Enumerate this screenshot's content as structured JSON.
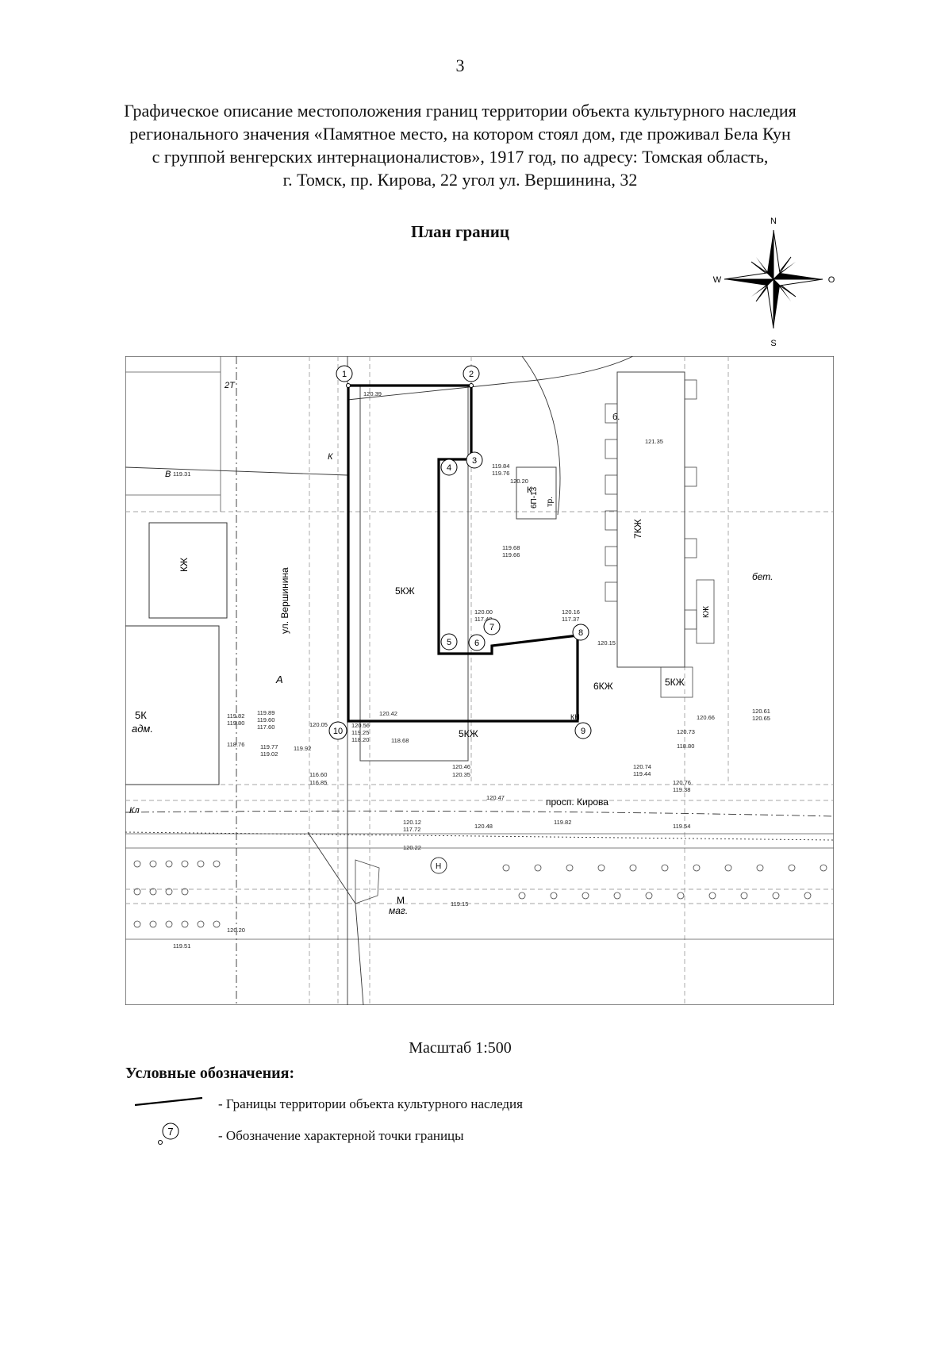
{
  "page_number": "3",
  "title_lines": [
    "Графическое описание местоположения границ территории объекта культурного наследия",
    "регионального значения «Памятное место, на котором стоял дом, где проживал Бела Кун",
    "с группой венгерских интернационалистов», 1917 год, по адресу: Томская область,",
    "г. Томск, пр. Кирова, 22 угол ул. Вершинина, 32"
  ],
  "plan_title": "План границ",
  "compass": {
    "n": "N",
    "s": "S",
    "w": "W",
    "o": "O"
  },
  "map": {
    "boundary_points": [
      "1",
      "2",
      "3",
      "4",
      "5",
      "6",
      "7",
      "8",
      "9",
      "10"
    ],
    "building_labels": {
      "main_upper": "5КЖ",
      "main_lower": "5КЖ",
      "right_building": "7КЖ",
      "right_small": "5КЖ",
      "right_small2": "6КЖ",
      "left_building": "КЖ",
      "left_adm_1": "5К",
      "left_adm_2": "адм.",
      "garage": "К",
      "garage_2": "6П-13",
      "garage_3": "тр.",
      "kiosk_1": "КЖ",
      "kiosk_2": "КН",
      "shop_1": "М",
      "shop_2": "маг.",
      "n_symbol": "Н",
      "bet": "бет."
    },
    "street_labels": {
      "vershinina": "ул. Вершинина",
      "kirova": "просп. Кирова"
    },
    "utility_labels": {
      "k": "К",
      "kl": "Кл",
      "v": "В",
      "t2": "2Т",
      "a": "А",
      "b": "б."
    },
    "elevations": [
      "120.39",
      "119.84",
      "119.76",
      "120.20",
      "119.68",
      "119.66",
      "120.00",
      "117.40",
      "120.16",
      "117.37",
      "120.15",
      "120.42",
      "120.56",
      "119.25",
      "118.20",
      "120.05",
      "116.60",
      "119.82",
      "119.80",
      "119.89",
      "119.60",
      "117.60",
      "120.12",
      "117.72",
      "120.47",
      "120.48",
      "119.82",
      "119.54",
      "120.74",
      "119.44",
      "120.76",
      "119.38",
      "120.73",
      "118.80",
      "120.66",
      "120.61",
      "120.65",
      "121.35",
      "119.31",
      "118.76",
      "119.77",
      "119.02",
      "119.92",
      "118.68",
      "120.35",
      "116.85",
      "120.46",
      "120.22",
      "119.15",
      "119.51",
      "120.20"
    ]
  },
  "scale_text": "Масштаб 1:500",
  "legend": {
    "title": "Условные обозначения:",
    "boundary_text": "- Границы территории объекта культурного наследия",
    "point_text": "- Обозначение характерной точки границы",
    "point_example": "7"
  }
}
